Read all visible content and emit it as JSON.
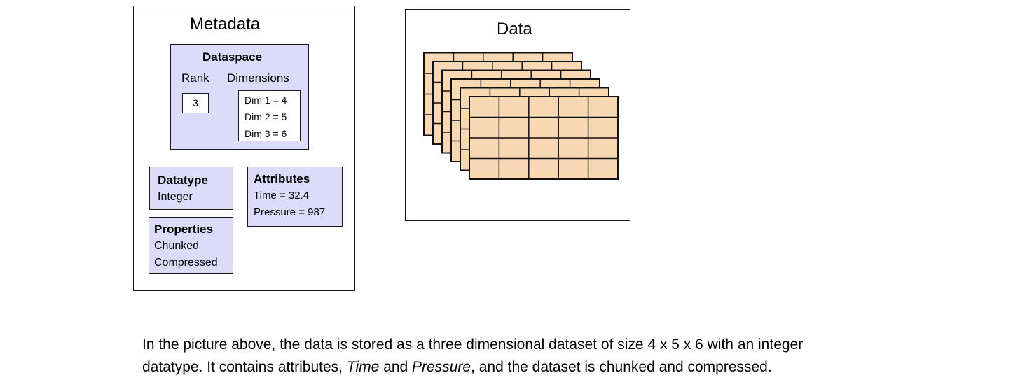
{
  "metadata": {
    "title": "Metadata",
    "dataspace": {
      "title": "Dataspace",
      "rank_label": "Rank",
      "dimensions_label": "Dimensions",
      "rank_value": "3",
      "dims": [
        "Dim 1 = 4",
        "Dim 2 = 5",
        "Dim 3 = 6"
      ]
    },
    "datatype": {
      "title": "Datatype",
      "value": "Integer"
    },
    "attributes": {
      "title": "Attributes",
      "lines": [
        "Time = 32.4",
        "Pressure = 987"
      ]
    },
    "properties": {
      "title": "Properties",
      "lines": [
        "Chunked",
        "Compressed"
      ]
    }
  },
  "data_panel": {
    "title": "Data",
    "stack": {
      "layers": 6,
      "rows": 4,
      "cols": 5
    },
    "colors": {
      "cell_fill": "#f8d7b3",
      "grid_line": "#111111"
    }
  },
  "caption": {
    "part1": "In the picture above, the data is stored as a three dimensional dataset of size 4 x 5 x 6 with an integer",
    "part2": "datatype. It contains attributes, ",
    "italic1": "Time",
    "part3": " and ",
    "italic2": "Pressure",
    "part4": ", and the dataset is chunked and compressed."
  }
}
